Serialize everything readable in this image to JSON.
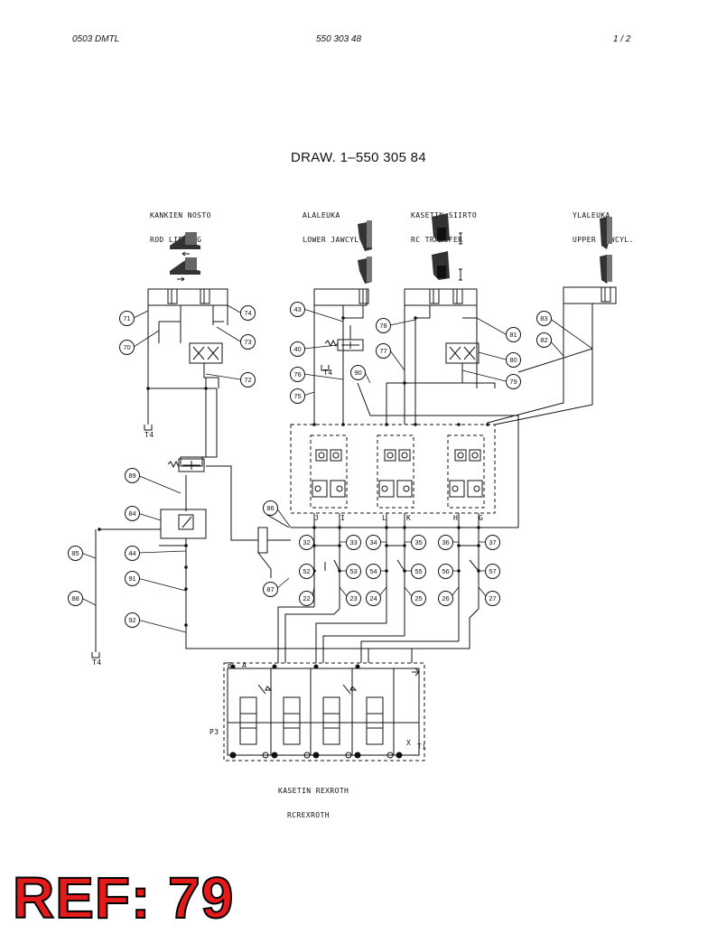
{
  "header": {
    "left": "0503 DMTL",
    "center": "550 303 48",
    "right": "1 /  2"
  },
  "title": "DRAW. 1–550 305 84",
  "sections": [
    {
      "line1": "KANKIEN NOSTO",
      "line2": "ROD LIFTING"
    },
    {
      "line1": "ALALEUKA",
      "line2": "LOWER JAWCYL."
    },
    {
      "line1": "KASETIN SIIRTO",
      "line2": "RC TRANSFER"
    },
    {
      "line1": "YLALEUKA",
      "line2": "UPPER JAWCYL."
    }
  ],
  "bottom_label": {
    "line1": "KASETIN REXROTH",
    "line2": "RCREXROTH"
  },
  "port_labels": [
    "J",
    "I",
    "L",
    "K",
    "H",
    "G"
  ],
  "tank_labels": [
    "T4",
    "T4",
    "T4"
  ],
  "misc_labels": {
    "p3": "P3",
    "ti": "Ti",
    "x": "X",
    "b": "B",
    "a": "A"
  },
  "callouts": [
    "71",
    "70",
    "74",
    "73",
    "72",
    "43",
    "40",
    "76",
    "75",
    "78",
    "77",
    "90",
    "81",
    "80",
    "79",
    "83",
    "82",
    "89",
    "84",
    "85",
    "88",
    "44",
    "91",
    "92",
    "86",
    "87",
    "32",
    "33",
    "34",
    "35",
    "36",
    "37",
    "52",
    "53",
    "54",
    "55",
    "56",
    "57",
    "22",
    "23",
    "24",
    "25",
    "26",
    "27"
  ],
  "ref_stamp": "REF: 79"
}
